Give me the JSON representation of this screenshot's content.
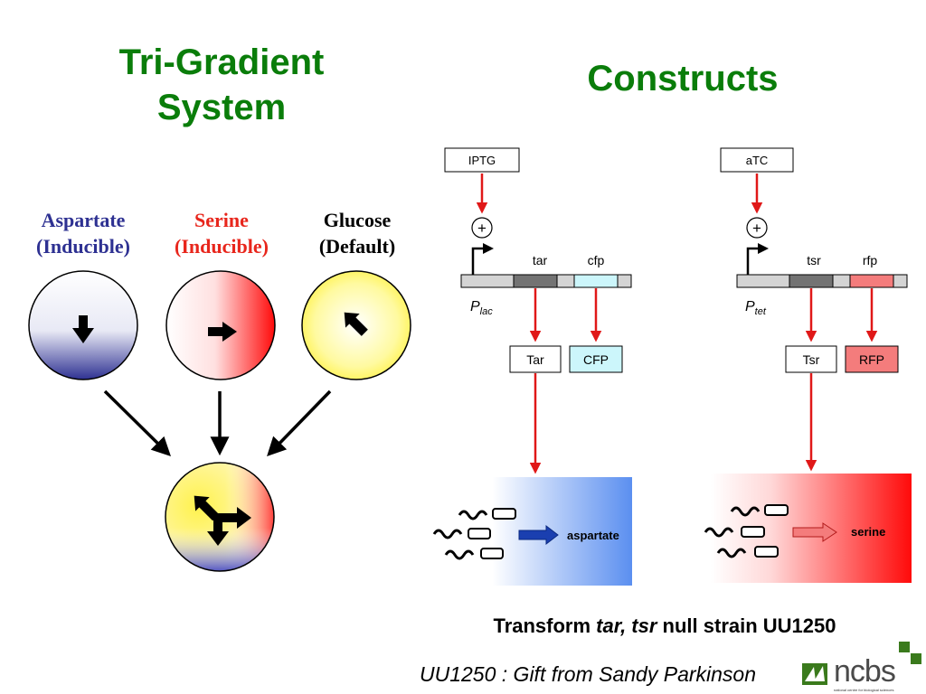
{
  "left_title": [
    "Tri-Gradient",
    "System"
  ],
  "right_title": "Constructs",
  "signals": [
    {
      "line1": "Aspartate",
      "line2": "(Inducible)",
      "color": "#2e3192"
    },
    {
      "line1": "Serine",
      "line2": "(Inducible)",
      "color": "#e8261c"
    },
    {
      "line1": "Glucose",
      "line2": "(Default)",
      "color": "#000000"
    }
  ],
  "constructs": [
    {
      "inducer": "IPTG",
      "plus": "+",
      "gene1": "tar",
      "gene2": "cfp",
      "promoter": "P",
      "promoter_sub": "lac",
      "protein1": "Tar",
      "protein2": "CFP",
      "gradient_label": "aspartate",
      "reporter_color": "#ccf6fb"
    },
    {
      "inducer": "aTC",
      "plus": "+",
      "gene1": "tsr",
      "gene2": "rfp",
      "promoter": "P",
      "promoter_sub": "tet",
      "protein1": "Tsr",
      "protein2": "RFP",
      "gradient_label": "serine",
      "reporter_color": "#f47c7c"
    }
  ],
  "footer": {
    "pre": "Transform ",
    "italic": "tar, tsr",
    "post": " null strain UU1250"
  },
  "credit": "UU1250 : Gift from Sandy Parkinson",
  "logo": {
    "text": "ncbs",
    "sub": "national centre for biological sciences"
  },
  "colors": {
    "title": "#0a7d0a",
    "aspartate_blue": "#2e3192",
    "serine_red": "#e8261c",
    "gradient_blue": "#5b8ff0",
    "gradient_red": "#ff0a0a",
    "arrow_red": "#e01818",
    "arrow_dark_blue": "#1a3fb0",
    "glucose_yellow": "#fff24d"
  }
}
